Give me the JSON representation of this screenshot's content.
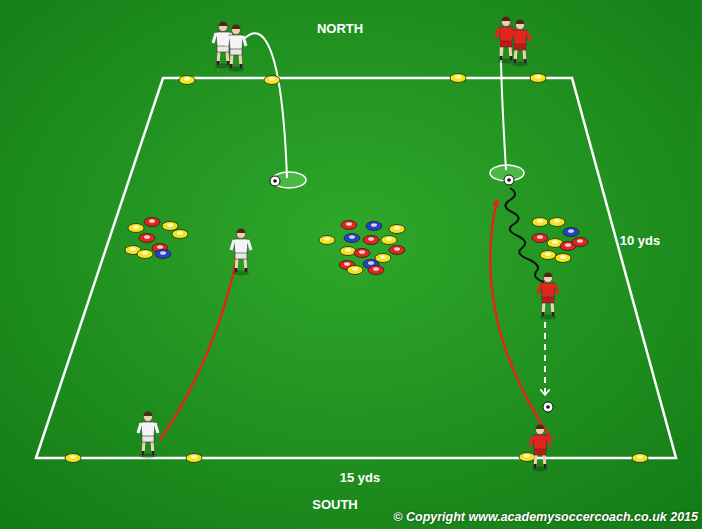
{
  "diagram": {
    "labels": [
      "NORTH",
      "10 yds",
      "15 yds",
      "SOUTH",
      "© Copyright www.academysoccercoach.co.uk 2015"
    ]
  }
}
